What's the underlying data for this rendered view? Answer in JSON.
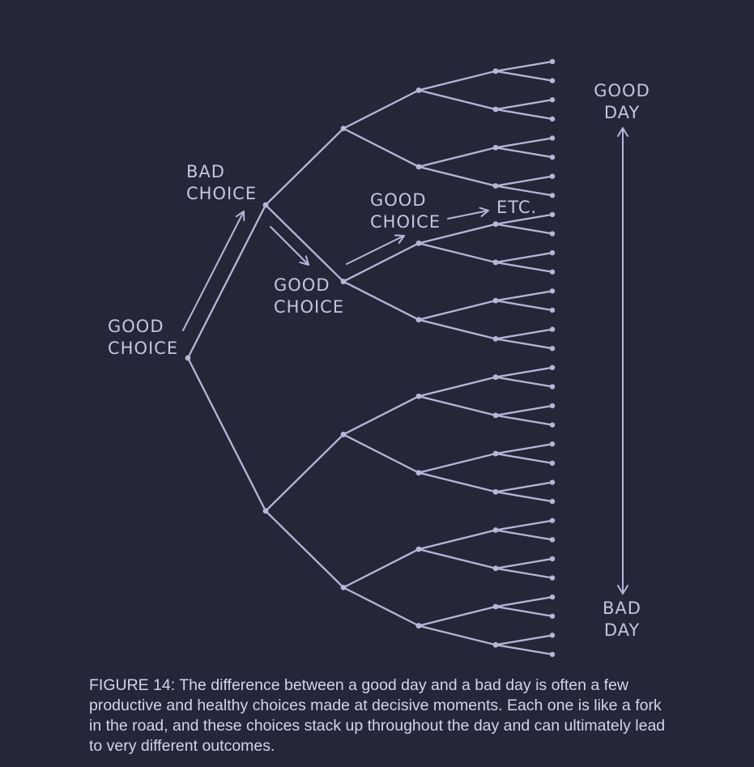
{
  "colors": {
    "background": "#242738",
    "line": "#b4b8d8",
    "text": "#c3c6e2"
  },
  "labels": {
    "root_good_choice": [
      "GOOD",
      "CHOICE"
    ],
    "bad_choice": [
      "BAD",
      "CHOICE"
    ],
    "mid_good_choice": [
      "GOOD",
      "CHOICE"
    ],
    "upper_good_choice": [
      "GOOD",
      "CHOICE"
    ],
    "etc": "ETC.",
    "good_day": [
      "GOOD",
      "DAY"
    ],
    "bad_day": [
      "BAD",
      "DAY"
    ]
  },
  "caption": "FIGURE 14: The difference between a good day and a bad day is often a few productive and healthy choices made at decisive moments. Each one is like a fork in the road, and these choices stack up throughout the day and can ultimately lead to very different outcomes."
}
